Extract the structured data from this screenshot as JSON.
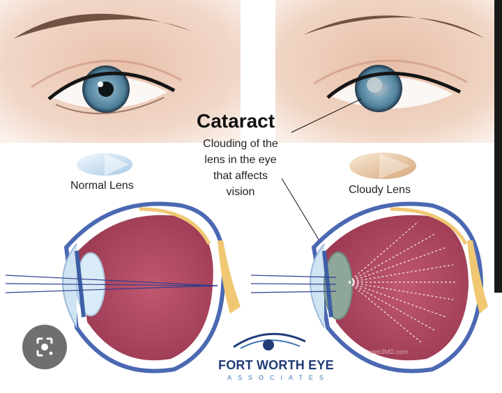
{
  "title": "Cataract",
  "description": "Clouding of the lens in the eye that affects vision",
  "description_lines": [
    "Clouding of the",
    "lens in the eye",
    "that affects",
    "vision"
  ],
  "normal_label": "Normal Lens",
  "cloudy_label": "Cloudy Lens",
  "brand": {
    "name": "FORT WORTH EYE",
    "tagline": "ASSOCIATES"
  },
  "watermark": "web3MD.com",
  "icons": {
    "lens_search": "google-lens-search-icon"
  },
  "colors": {
    "eyeball": "#b24a63",
    "sclera_outline": "#4b68b2",
    "cornea": "#b9d6ec",
    "cloudy_lens": "#8fa79a",
    "brand_blue": "#1f3b78"
  }
}
